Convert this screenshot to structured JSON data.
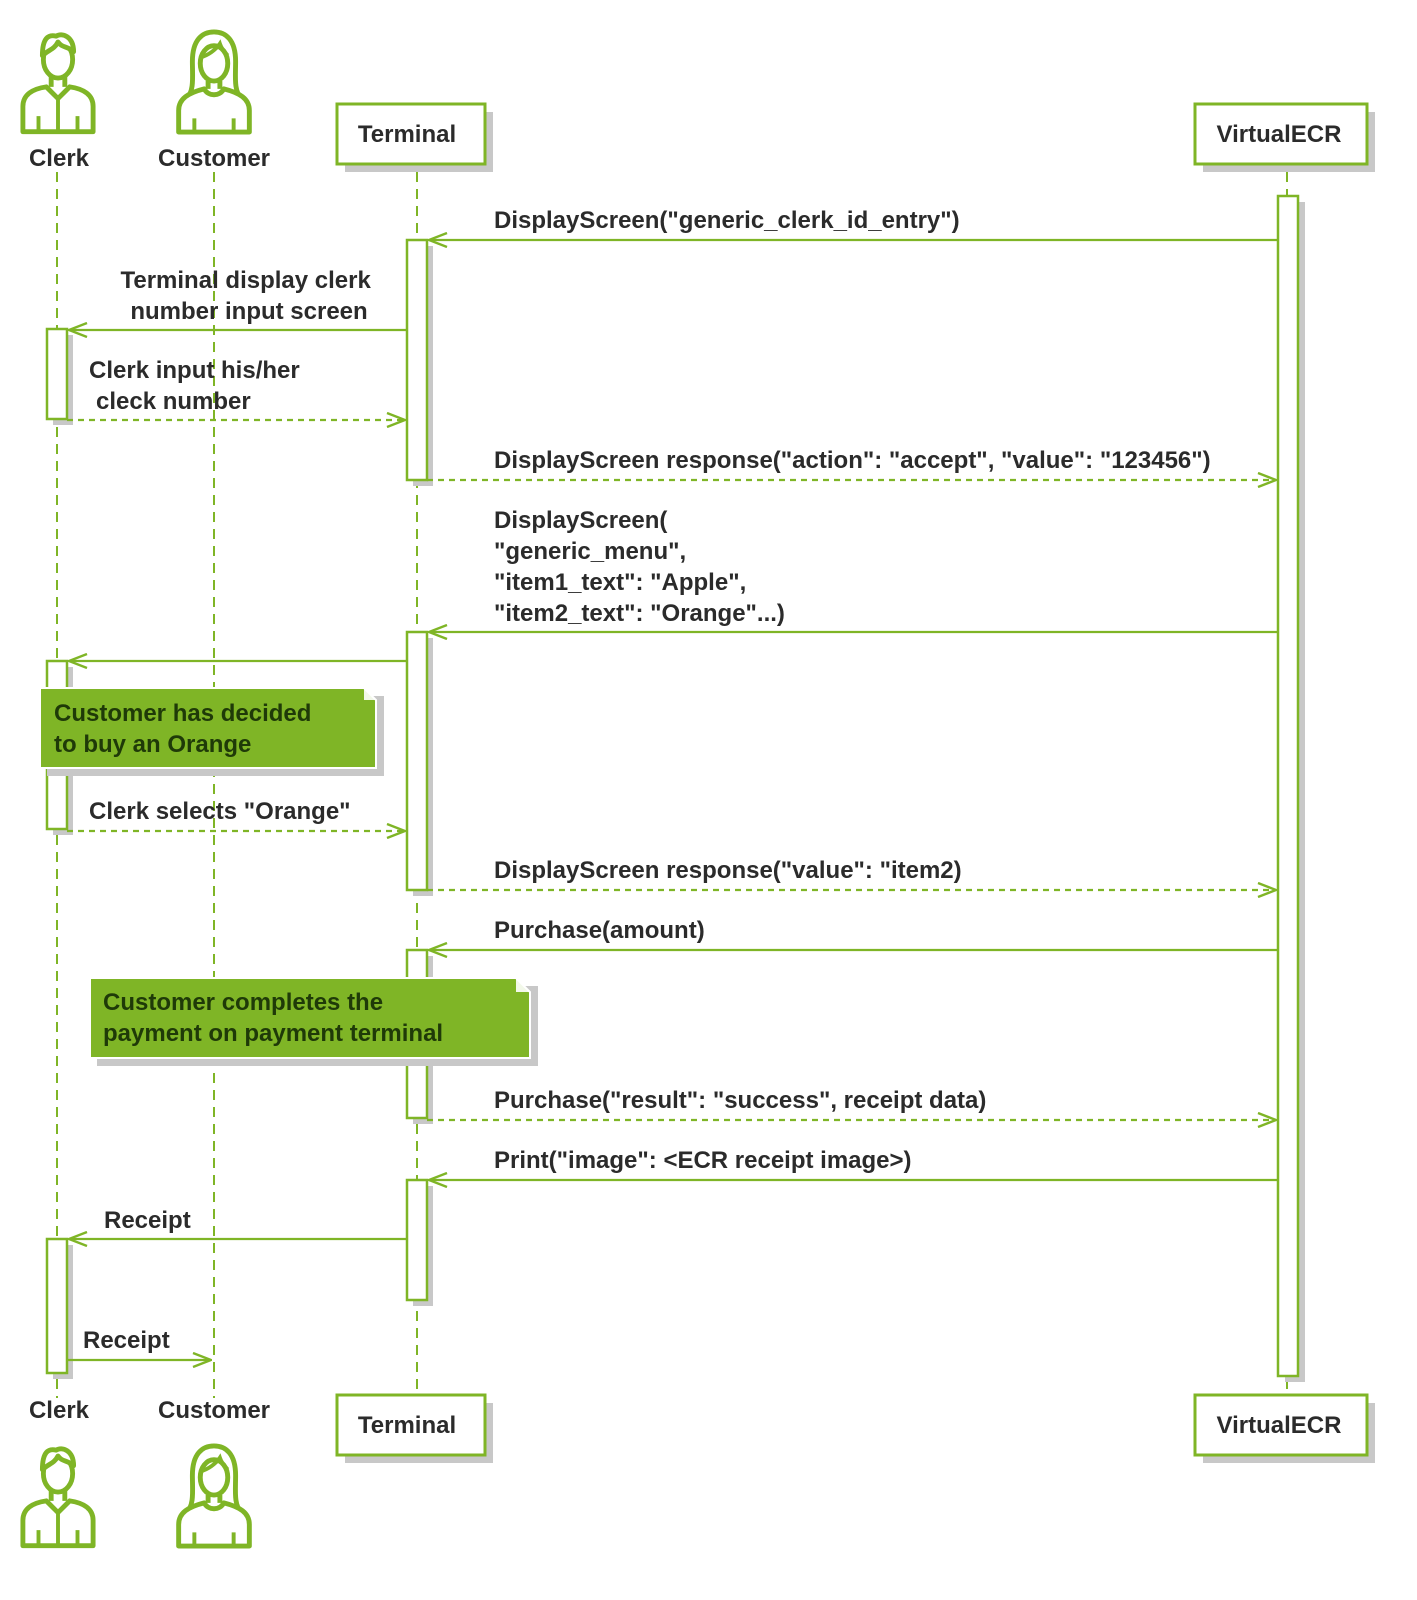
{
  "colors": {
    "accent": "#7fb526",
    "note_fill": "#7fb526",
    "text": "#2b2b2b",
    "note_text": "#1f3a08",
    "shadow": "#c8c8c8"
  },
  "participants": {
    "clerk": "Clerk",
    "customer": "Customer",
    "terminal": "Terminal",
    "virtualecr": "VirtualECR"
  },
  "messages": [
    {
      "id": "m1",
      "from": "VirtualECR",
      "to": "Terminal",
      "style": "solid",
      "lines": [
        "DisplayScreen(\"generic_clerk_id_entry\")"
      ]
    },
    {
      "id": "m2",
      "from": "Terminal",
      "to": "Clerk",
      "style": "solid",
      "lines": [
        "Terminal display clerk",
        "number input screen"
      ]
    },
    {
      "id": "m3",
      "from": "Clerk",
      "to": "Terminal",
      "style": "dashed",
      "lines": [
        "Clerk input his/her",
        "cleck number"
      ]
    },
    {
      "id": "m4",
      "from": "Terminal",
      "to": "VirtualECR",
      "style": "dashed",
      "lines": [
        "DisplayScreen response(\"action\": \"accept\", \"value\": \"123456\")"
      ]
    },
    {
      "id": "m5",
      "from": "VirtualECR",
      "to": "Terminal",
      "style": "solid",
      "lines": [
        "DisplayScreen(",
        "\"generic_menu\",",
        "\"item1_text\": \"Apple\",",
        "\"item2_text\": \"Orange\"...)"
      ]
    },
    {
      "id": "m6",
      "from": "Terminal",
      "to": "Clerk",
      "style": "solid",
      "lines": []
    },
    {
      "id": "m7",
      "from": "Clerk",
      "to": "Terminal",
      "style": "dashed",
      "lines": [
        "Clerk selects \"Orange\""
      ]
    },
    {
      "id": "m8",
      "from": "Terminal",
      "to": "VirtualECR",
      "style": "dashed",
      "lines": [
        "DisplayScreen response(\"value\": \"item2)"
      ]
    },
    {
      "id": "m9",
      "from": "VirtualECR",
      "to": "Terminal",
      "style": "solid",
      "lines": [
        "Purchase(amount)"
      ]
    },
    {
      "id": "m10",
      "from": "Terminal",
      "to": "VirtualECR",
      "style": "dashed",
      "lines": [
        "Purchase(\"result\": \"success\", receipt data)"
      ]
    },
    {
      "id": "m11",
      "from": "VirtualECR",
      "to": "Terminal",
      "style": "solid",
      "lines": [
        "Print(\"image\": <ECR receipt image>)"
      ]
    },
    {
      "id": "m12",
      "from": "Terminal",
      "to": "Clerk",
      "style": "solid",
      "lines": [
        "Receipt"
      ]
    },
    {
      "id": "m13",
      "from": "Clerk",
      "to": "Customer",
      "style": "solid",
      "lines": [
        "Receipt"
      ]
    }
  ],
  "notes": [
    {
      "id": "n1",
      "lines": [
        "Customer has decided",
        "to buy an Orange"
      ]
    },
    {
      "id": "n2",
      "lines": [
        "Customer completes the",
        "payment on payment terminal"
      ]
    }
  ]
}
